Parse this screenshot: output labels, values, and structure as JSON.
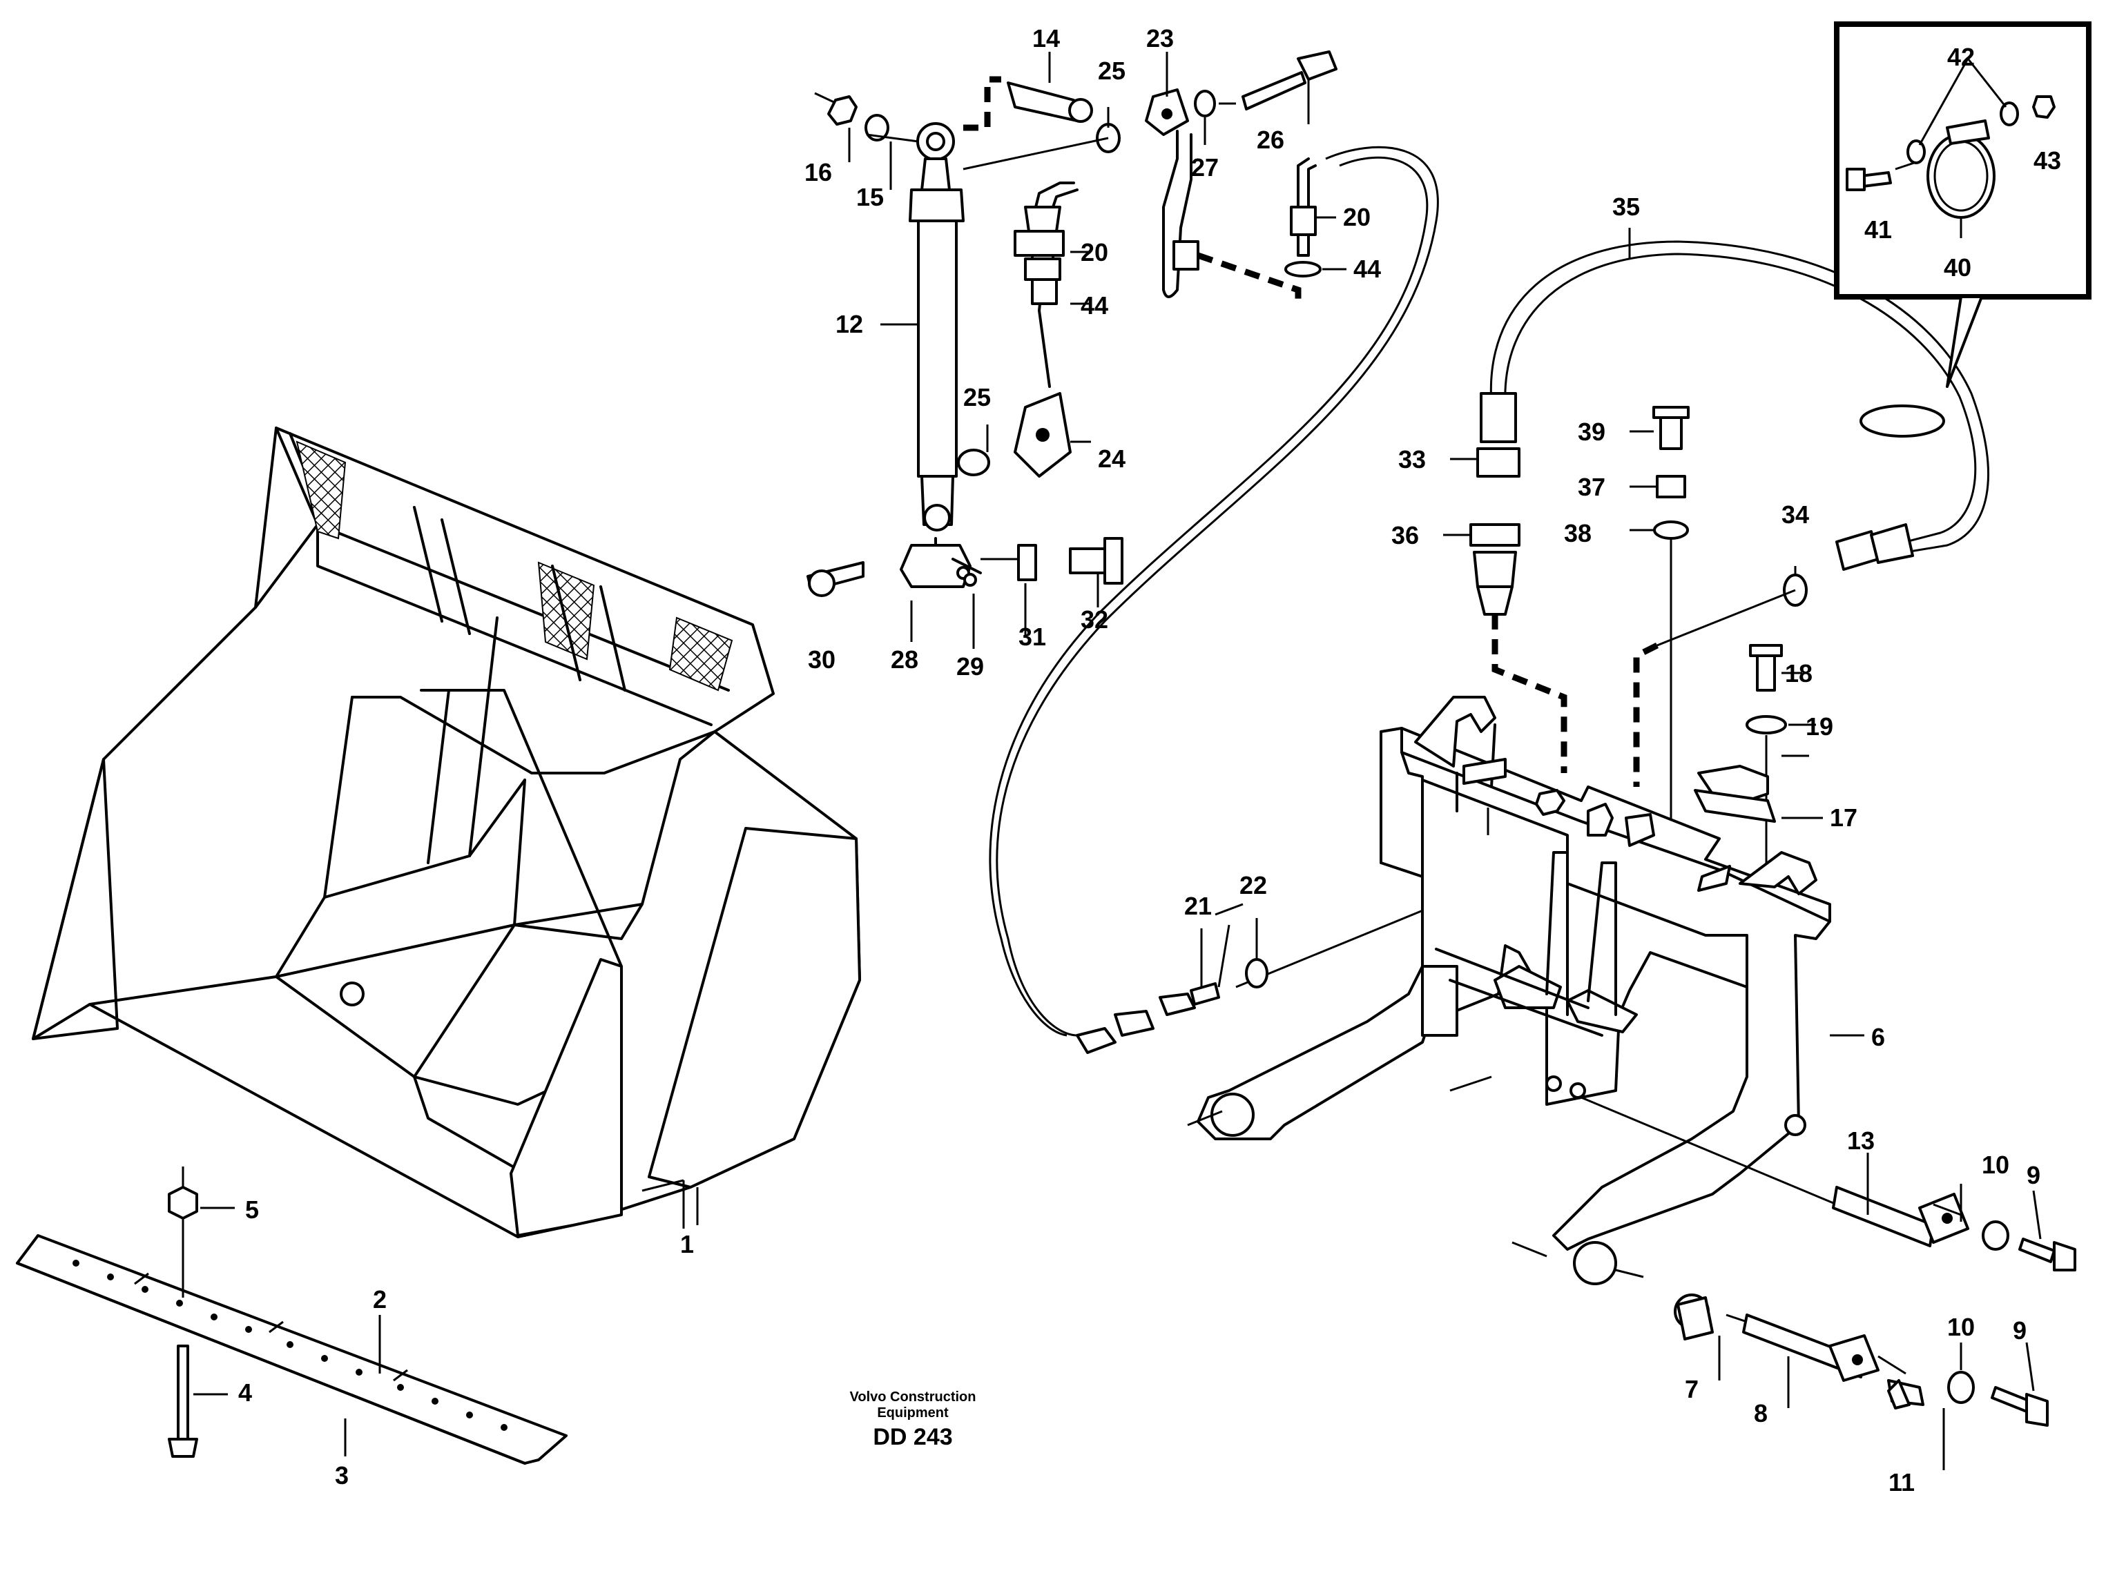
{
  "callouts": {
    "c1": "1",
    "c2": "2",
    "c3": "3",
    "c4": "4",
    "c5": "5",
    "c6": "6",
    "c7": "7",
    "c8": "8",
    "c9a": "9",
    "c9b": "9",
    "c10a": "10",
    "c10b": "10",
    "c11": "11",
    "c12": "12",
    "c13": "13",
    "c14": "14",
    "c15": "15",
    "c16": "16",
    "c17": "17",
    "c18": "18",
    "c19": "19",
    "c20a": "20",
    "c20b": "20",
    "c21": "21",
    "c22": "22",
    "c23": "23",
    "c24": "24",
    "c25a": "25",
    "c25b": "25",
    "c26": "26",
    "c27": "27",
    "c28": "28",
    "c29": "29",
    "c30": "30",
    "c31": "31",
    "c32": "32",
    "c33": "33",
    "c34": "34",
    "c35": "35",
    "c36": "36",
    "c37": "37",
    "c38": "38",
    "c39": "39",
    "c40": "40",
    "c41": "41",
    "c42": "42",
    "c43": "43",
    "c44a": "44",
    "c44b": "44"
  },
  "caption": {
    "line1": "Volvo Construction",
    "line2": "Equipment",
    "code": "DD 243"
  }
}
